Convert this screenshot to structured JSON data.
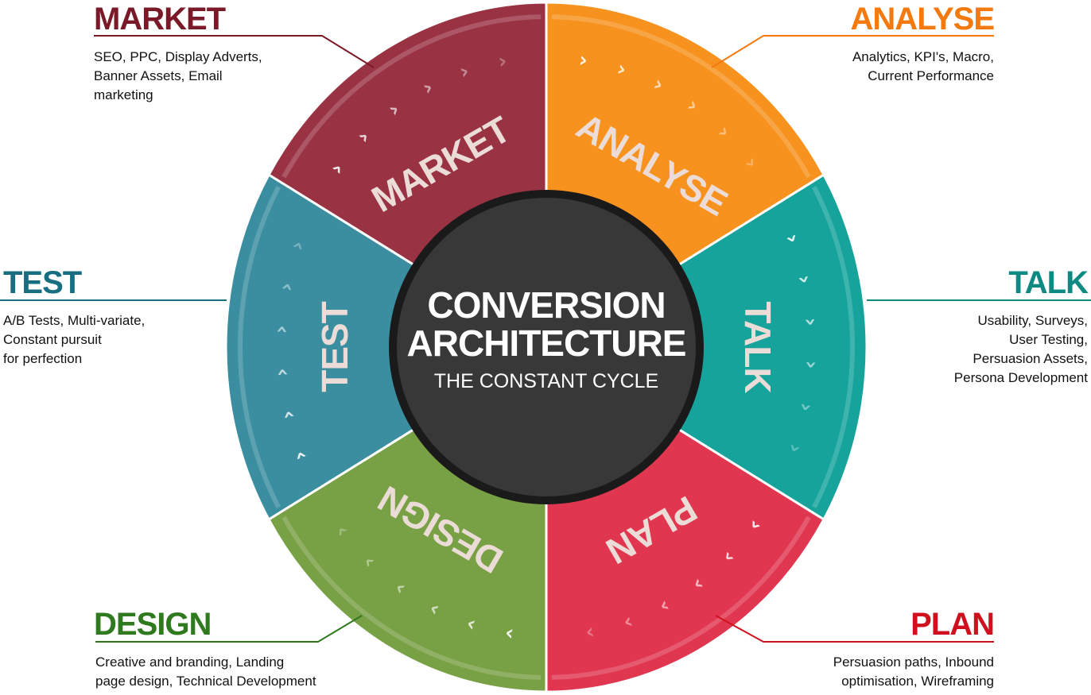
{
  "center": {
    "title_line1": "CONVERSION",
    "title_line2": "ARCHITECTURE",
    "subtitle": "THE CONSTANT CYCLE",
    "color": "#333333"
  },
  "segments": [
    {
      "key": "market",
      "label": "MARKET",
      "color": "#993344",
      "heading": "MARKET",
      "heading_color": "#7a1a28",
      "description": [
        "SEO, PPC, Display Adverts,",
        "Banner Assets, Email",
        "marketing"
      ]
    },
    {
      "key": "analyse",
      "label": "ANALYSE",
      "color": "#f7921e",
      "heading": "ANALYSE",
      "heading_color": "#f47a10",
      "description": [
        "Analytics, KPI's, Macro,",
        "Current Performance"
      ]
    },
    {
      "key": "talk",
      "label": "TALK",
      "color": "#15a39b",
      "heading": "TALK",
      "heading_color": "#0f8a82",
      "description": [
        "Usability, Surveys,",
        "User Testing,",
        "Persuasion Assets,",
        "Persona Development"
      ]
    },
    {
      "key": "plan",
      "label": "PLAN",
      "color": "#e0364f",
      "heading": "PLAN",
      "heading_color": "#d0101f",
      "description": [
        "Persuasion paths, Inbound",
        "optimisation, Wireframing"
      ]
    },
    {
      "key": "design",
      "label": "DESIGN",
      "color": "#78a044",
      "heading": "DESIGN",
      "heading_color": "#2f7a1e",
      "description": [
        "Creative and branding, Landing",
        "page design, Technical Development"
      ]
    },
    {
      "key": "test",
      "label": "TEST",
      "color": "#3a8ea0",
      "heading": "TEST",
      "heading_color": "#176e80",
      "description": [
        "A/B Tests, Multi-variate,",
        "Constant pursuit",
        "for perfection"
      ]
    }
  ]
}
